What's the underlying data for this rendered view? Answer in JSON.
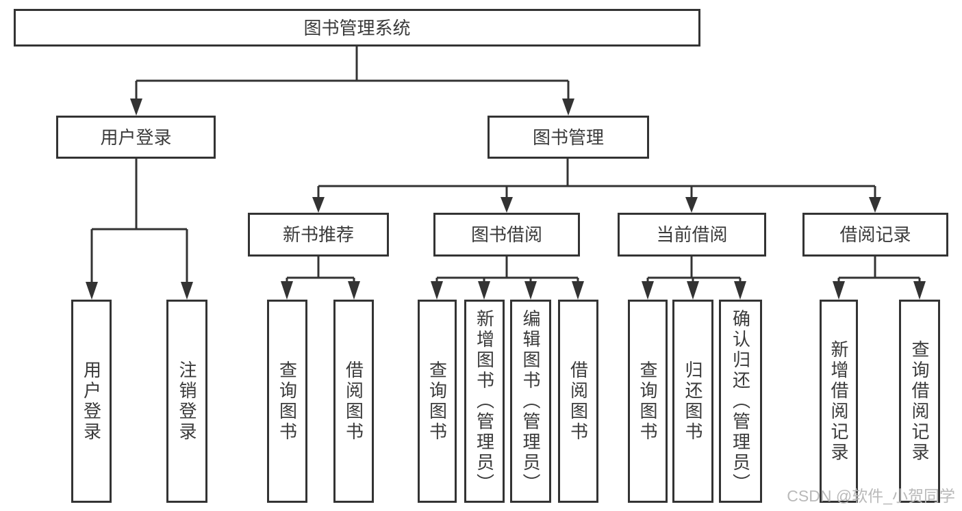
{
  "diagram": {
    "watermark": "CSDN @软件_小贺同学",
    "colors": {
      "line": "#333333",
      "text": "#3a3a3a",
      "background": "#ffffff",
      "watermark": "#b9b9b9"
    },
    "nodes": {
      "root": "图书管理系统",
      "user_login": "用户登录",
      "book_management": "图书管理",
      "new_book_recommend": "新书推荐",
      "book_borrowing": "图书借阅",
      "current_borrowing": "当前借阅",
      "borrowing_records": "借阅记录",
      "leaf_user_login": "用户登录",
      "leaf_logout_login": "注销登录",
      "leaf_nbr_query_books": "查询图书",
      "leaf_nbr_borrow_books": "借阅图书",
      "leaf_bb_query_books": "查询图书",
      "leaf_bb_add_books_admin": "新增图书（管理员）",
      "leaf_bb_edit_books_admin": "编辑图书（管理员）",
      "leaf_bb_borrow_books": "借阅图书",
      "leaf_cb_query_books": "查询图书",
      "leaf_cb_return_books": "归还图书",
      "leaf_cb_confirm_return_admin": "确认归还（管理员）",
      "leaf_br_add_record": "新增借阅记录",
      "leaf_br_query_record": "查询借阅记录"
    }
  }
}
